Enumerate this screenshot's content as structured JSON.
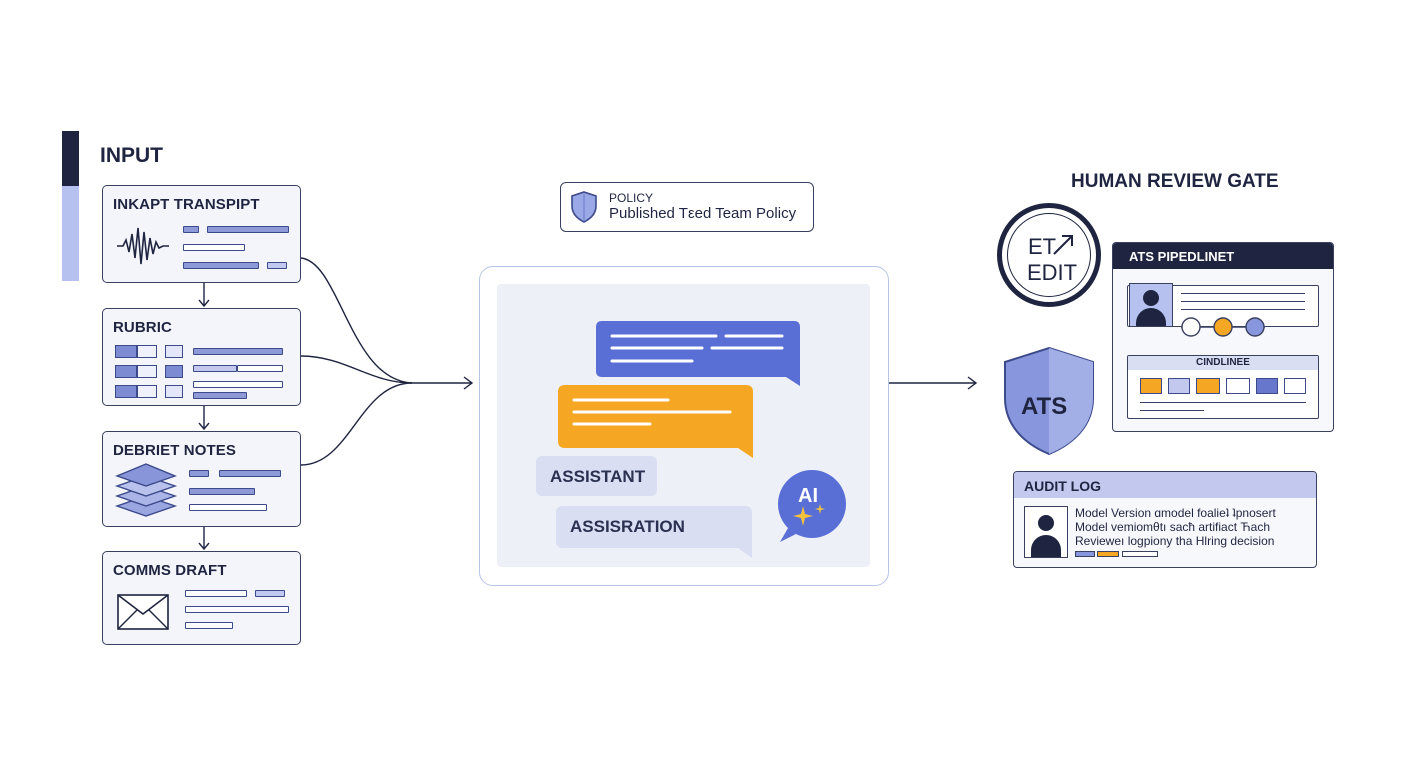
{
  "input": {
    "heading": "INPUT",
    "cards": [
      {
        "title": "INKAPT TRANSPIPT"
      },
      {
        "title": "RUBRIC"
      },
      {
        "title": "DEBRIET NOTES"
      },
      {
        "title": "COMMS DRAFT"
      }
    ]
  },
  "policy": {
    "label": "POLICY",
    "text": "Published Tεed Team Policy"
  },
  "chat": {
    "assistant_label": "ASSISTANT",
    "assisration_label": "ASSISRATION",
    "ai_badge": "AI"
  },
  "review": {
    "heading": "HUMAN REVIEW GATE",
    "edit_badge_top": "ET",
    "edit_badge_bottom": "EDIT",
    "shield_label": "ATS",
    "pipeline_title": "ATS PIPEDLINET",
    "candidate_title": "CINDLINEE",
    "audit_title": "AUDIT LOG",
    "audit_lines": [
      "Model Version ɑmodel foalieʇ ʇpnosert",
      "Model vemiomθtı sacћ artifiact Ћach",
      "Revieweı logpiony tha Hlring decision"
    ]
  },
  "colors": {
    "ink": "#1f2540",
    "accent_blue": "#5a6fd6",
    "accent_orange": "#f5a623",
    "light_blue": "#b7c1ef",
    "panel_bg": "#eef0f8"
  }
}
